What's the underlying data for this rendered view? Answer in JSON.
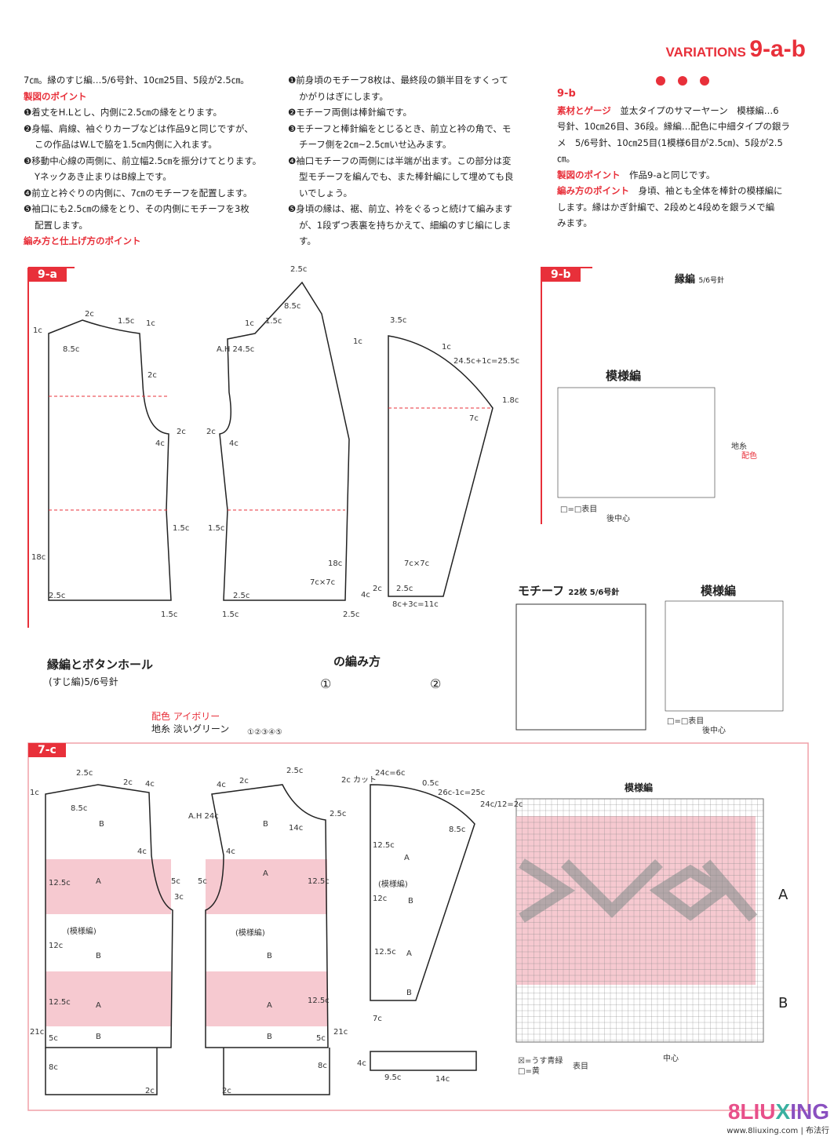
{
  "header": {
    "title_small": "VARIATIONS",
    "title_big": "9-a-b"
  },
  "col1": {
    "line0": "7㎝。縁のすじ編…5/6号針、10㎝25目、5段が2.5㎝。",
    "h1": "製図のポイント",
    "items": [
      "❶着丈をH.Lとし、内側に2.5㎝の縁をとります。",
      "❷身幅、肩線、袖ぐりカーブなどは作品9と同じですが、",
      "この作品はW.Lで脇を1.5㎝内側に入れます。",
      "❸移動中心線の両側に、前立幅2.5㎝を振分けてとります。",
      "Yネックあき止まりはB線上です。",
      "❹前立と衿ぐりの内側に、7㎝のモチーフを配置します。",
      "❺袖口にも2.5㎝の縁をとり、その内側にモチーフを3枚",
      "配置します。"
    ],
    "h2": "編み方と仕上げ方のポイント"
  },
  "col2": {
    "items": [
      "❶前身頃のモチーフ8枚は、最終段の鎖半目をすくって",
      "かがりはぎにします。",
      "❷モチーフ両側は棒針編です。",
      "❸モチーフと棒針編をとじるとき、前立と衿の角で、モ",
      "チーフ側を2㎝~2.5㎝いせ込みます。",
      "❹袖口モチーフの両側には半端が出ます。この部分は変",
      "型モチーフを編んでも、また棒針編にして埋めても良",
      "いでしょう。",
      "❺身頃の縁は、裾、前立、衿をぐるっと続けて編みます",
      "が、1段ずつ表裏を持ちかえて、細編のすじ編にしま",
      "す。"
    ]
  },
  "col3": {
    "heading": "9-b",
    "materials_label": "素材とゲージ",
    "materials": [
      "並太タイプのサマーヤーン　模様編…6",
      "号針、10㎝26目、36段。縁編…配色に中細タイプの銀ラ",
      "メ　5/6号針、10㎝25目(1模様6目が2.5㎝)、5段が2.5",
      "㎝。"
    ],
    "drafting_label": "製図のポイント",
    "drafting": "作品9-aと同じです。",
    "knitting_label": "編み方のポイント",
    "knitting": [
      "身頃、袖とも全体を棒針の模様編に",
      "します。縁はかぎ針編で、2段めと4段めを銀ラメで編",
      "みます。"
    ]
  },
  "sec9a": {
    "tag": "9-a",
    "labels": [
      "1c",
      "2c",
      "8.5c",
      "1.5c",
      "1c",
      "2c",
      "2c",
      "4c",
      "1.5c",
      "18c",
      "2.5c",
      "1.5c",
      "A.H 24.5c",
      "1c",
      "1.5c",
      "2.5c",
      "8.5c",
      "2c",
      "4c",
      "1.5c",
      "2.5c",
      "1.5c",
      "18c",
      "7c×7c",
      "4c",
      "2.5c",
      "1c",
      "3.5c",
      "1c",
      "24.5c+1c=25.5c",
      "1.8c",
      "7c",
      "7c×7c",
      "2c",
      "2.5c",
      "8c+3c=11c"
    ]
  },
  "sec9b": {
    "tag": "9-b",
    "edge_title": "縁編",
    "edge_needle": "5/6号針",
    "pattern_title": "模様編",
    "legend": "□=□表目",
    "center": "後中心",
    "base": "地糸",
    "contrast": "配色"
  },
  "edging": {
    "title": "縁編とボタンホール",
    "sub": "(すじ編)5/6号針",
    "contrast": "配色 アイボリー",
    "base": "地糸 淡いグリーン",
    "rows": "①②③④⑤"
  },
  "howto": {
    "title": "の編み方",
    "step1": "①",
    "step2": "②"
  },
  "motif": {
    "title": "モチーフ",
    "count": "22枚 5/6号針",
    "pattern_title": "模様編",
    "legend": "□=□表目",
    "center": "後中心"
  },
  "sec7c": {
    "tag": "7-c",
    "labels": [
      "1c",
      "2.5c",
      "2c",
      "4c",
      "8.5c",
      "B",
      "4c",
      "A",
      "12.5c",
      "5c",
      "3c",
      "(模様編)",
      "12c",
      "B",
      "A",
      "12.5c",
      "21c",
      "5c",
      "B",
      "8c",
      "2c",
      "4c",
      "2c",
      "2.5c",
      "A.H 24c",
      "B",
      "14c",
      "2.5c",
      "4c",
      "A",
      "12.5c",
      "5c",
      "(模様編)",
      "B",
      "A",
      "12.5c",
      "21c",
      "5c",
      "B",
      "8c",
      "2c",
      "2c カット",
      "24c=6c",
      "0.5c",
      "26c-1c=25c",
      "24c/12=2c",
      "8.5c",
      "12.5c",
      "A",
      "(模様編)",
      "B",
      "12c",
      "12.5c",
      "A",
      "B",
      "7c",
      "4c",
      "9.5c",
      "14c"
    ],
    "pattern_title": "模様編",
    "A": "A",
    "B": "B",
    "legend1": "☒=うす青緑",
    "legend2": "□=黄",
    "legend_side": "表目",
    "center": "中心"
  },
  "watermark": {
    "logo": "8LIUXING",
    "url": "www.8liuxing.com | 布法行"
  },
  "colors": {
    "accent": "#e8303a",
    "pink": "#f6c9d0"
  }
}
